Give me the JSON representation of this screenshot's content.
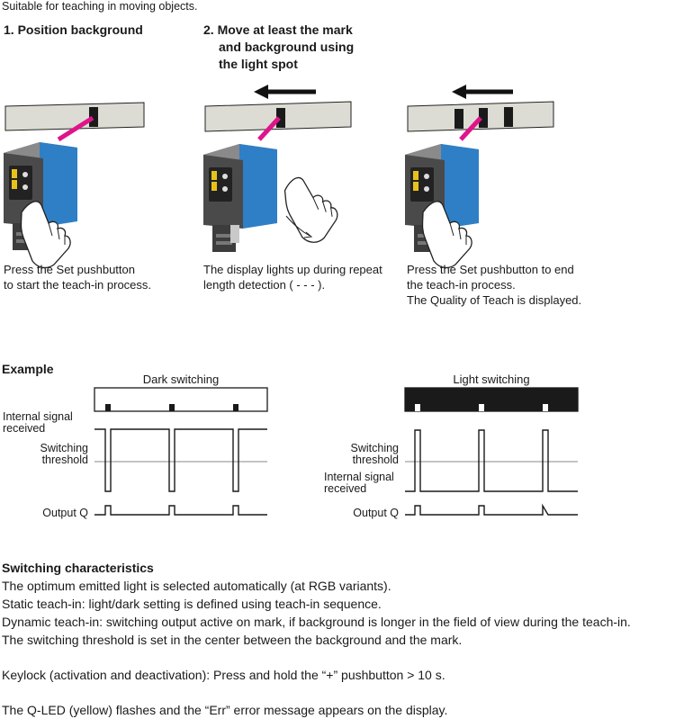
{
  "intro": "Suitable for teaching in moving objects.",
  "steps": [
    {
      "title": "1. Position background",
      "caption_lines": [
        "Press the Set pushbutton",
        "to start the teach-in process."
      ]
    },
    {
      "title_lines": [
        "2. Move at least the mark",
        "and background using",
        "the light spot"
      ],
      "caption_lines": [
        "The display lights up during repeat",
        "length detection ( - - - )."
      ]
    },
    {
      "caption_lines": [
        "Press the Set pushbutton to end",
        "the teach-in process.",
        "The Quality of Teach is displayed."
      ]
    }
  ],
  "example": {
    "heading": "Example",
    "dark": {
      "title": "Dark switching",
      "labels": {
        "internal_signal": [
          "Internal signal",
          "received"
        ],
        "threshold": [
          "Switching",
          "threshold"
        ],
        "output": "Output Q"
      }
    },
    "light": {
      "title": "Light switching",
      "labels": {
        "threshold": [
          "Switching",
          "threshold"
        ],
        "internal_signal": [
          "Internal signal",
          "received"
        ],
        "output": "Output Q"
      }
    }
  },
  "switching_characteristics": {
    "heading": "Switching characteristics",
    "lines": [
      "The optimum emitted light is selected automatically (at RGB variants).",
      "Static teach-in: light/dark setting is defined using teach-in sequence.",
      "Dynamic teach-in: switching output active on mark, if background is longer in the field of view during the teach-in.",
      "The switching threshold is set in the center between the background and the mark."
    ],
    "keylock": "Keylock (activation and deactivation): Press and hold the “+” pushbutton > 10 s.",
    "error": "The Q-LED (yellow) flashes and the “Err” error message appears on the display."
  },
  "colors": {
    "sensor_blue": "#2f7fc6",
    "beam": "#e0148a",
    "band": "#dcdcd4",
    "ink": "#1a1a1a",
    "threshold_line": "#888888"
  }
}
